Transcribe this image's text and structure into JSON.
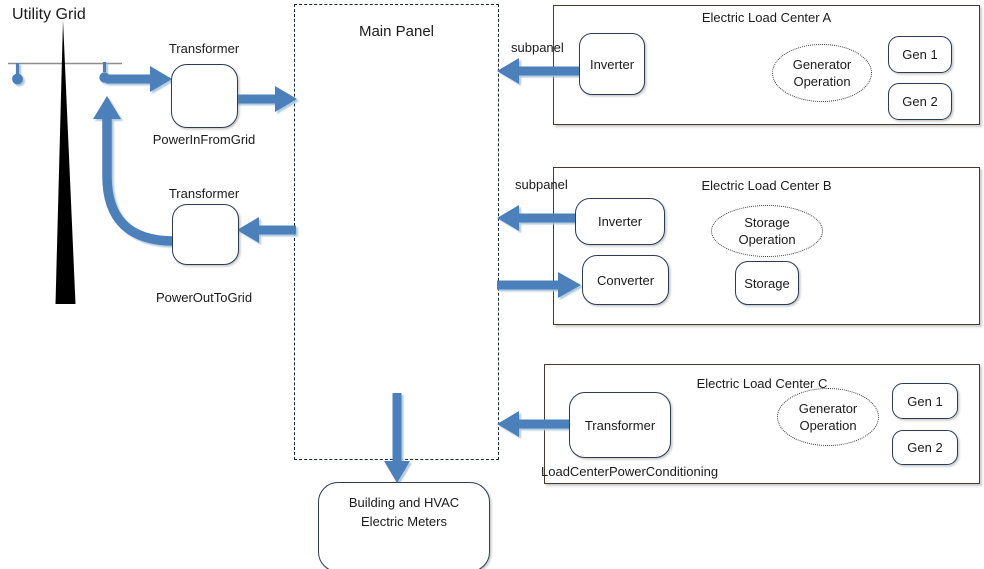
{
  "colors": {
    "arrow_blue": "#4b80ba",
    "arrow_shadow": "#a8c4de",
    "load_center_border": "#4a3a2d",
    "node_border": "#2c3a52",
    "panel_border": "#1c2733",
    "power_line_gray": "#8e8e8e",
    "pole_black": "#000000"
  },
  "utility": {
    "label": "Utility Grid"
  },
  "grid_connection": {
    "transformer_in_caption": "Transformer",
    "transformer_in_name": "PowerInFromGrid",
    "transformer_out_caption": "Transformer",
    "transformer_out_name": "PowerOutToGrid"
  },
  "main_panel": {
    "title": "Main Panel"
  },
  "building_meters": {
    "line1": "Building and HVAC",
    "line2": "Electric Meters"
  },
  "load_center_a": {
    "title": "Electric Load Center A",
    "subpanel_label": "subpanel",
    "inverter_label": "Inverter",
    "operation": {
      "line1": "Generator",
      "line2": "Operation"
    },
    "gen1_label": "Gen 1",
    "gen2_label": "Gen 2"
  },
  "load_center_b": {
    "title": "Electric Load Center B",
    "subpanel_label": "subpanel",
    "inverter_label": "Inverter",
    "converter_label": "Converter",
    "operation": {
      "line1": "Storage",
      "line2": "Operation"
    },
    "storage_label": "Storage"
  },
  "load_center_c": {
    "title": "Electric Load Center C",
    "transformer_label": "Transformer",
    "operation": {
      "line1": "Generator",
      "line2": "Operation"
    },
    "gen1_label": "Gen 1",
    "gen2_label": "Gen 2",
    "footer_label": "LoadCenterPowerConditioning"
  }
}
